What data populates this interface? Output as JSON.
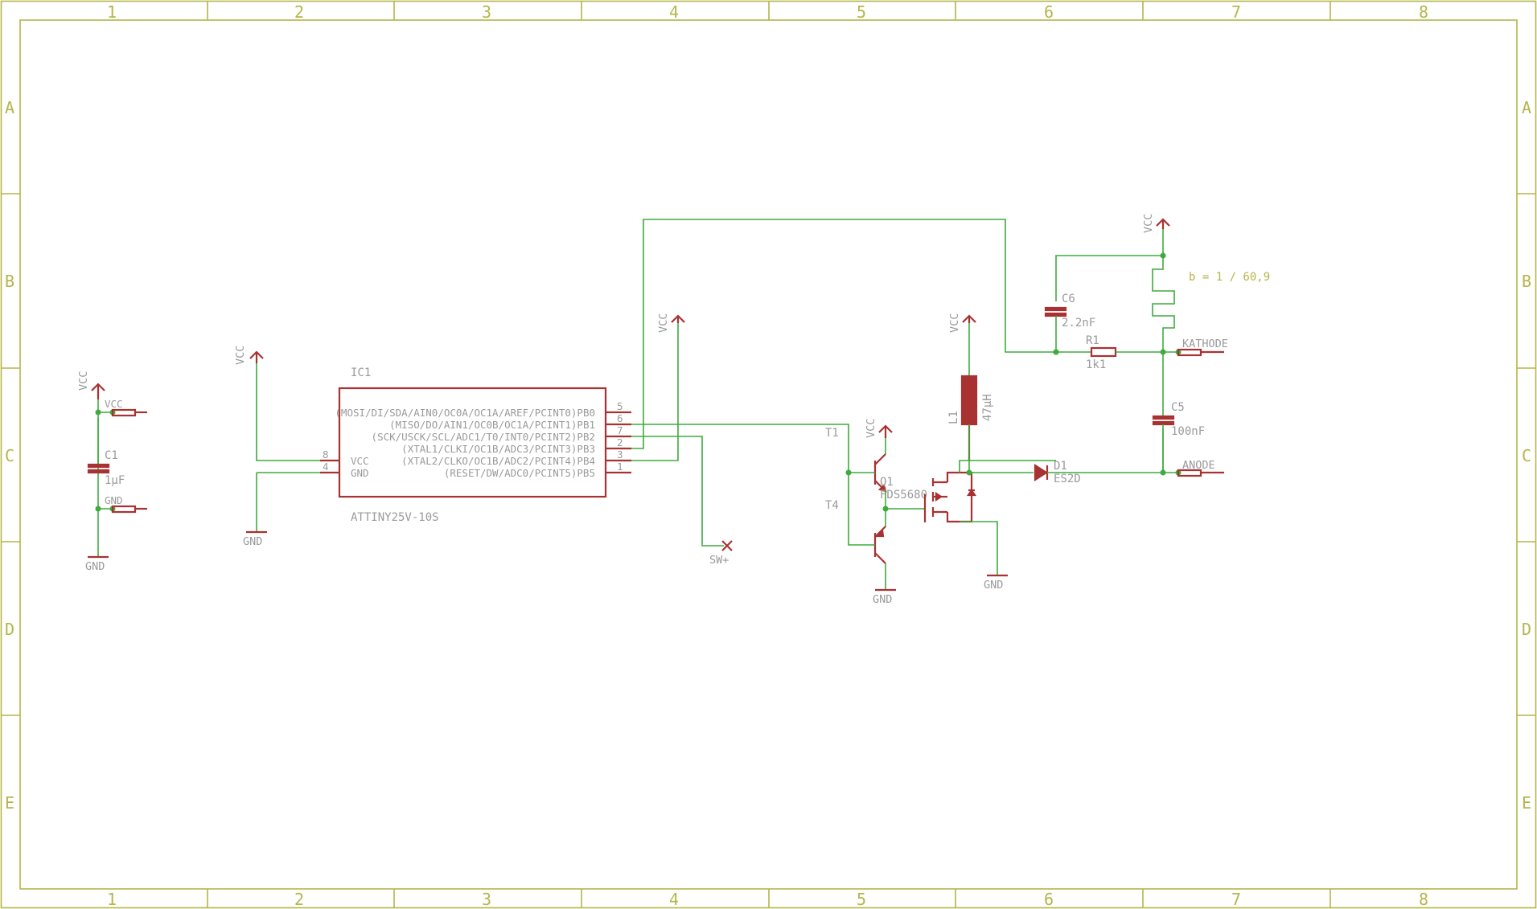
{
  "frame": {
    "columns": [
      "1",
      "2",
      "3",
      "4",
      "5",
      "6",
      "7",
      "8"
    ],
    "rows": [
      "A",
      "B",
      "C",
      "D",
      "E"
    ]
  },
  "ic1": {
    "name": "IC1",
    "value": "ATTINY25V-10S",
    "pins_left": [
      {
        "num": "8",
        "name": "VCC"
      },
      {
        "num": "4",
        "name": "GND"
      }
    ],
    "pins_right": [
      {
        "num": "5",
        "name": "(MOSI/DI/SDA/AIN0/OC0A/OC1A/AREF/PCINT0)PB0"
      },
      {
        "num": "6",
        "name": "(MISO/DO/AIN1/OC0B/OC1A/PCINT1)PB1"
      },
      {
        "num": "7",
        "name": "(SCK/USCK/SCL/ADC1/T0/INT0/PCINT2)PB2"
      },
      {
        "num": "2",
        "name": "(XTAL1/CLKI/OC1B/ADC3/PCINT3)PB3"
      },
      {
        "num": "3",
        "name": "(XTAL2/CLKO/OC1B/ADC2/PCINT4)PB4"
      },
      {
        "num": "1",
        "name": "(RESET/DW/ADC0/PCINT5)PB5"
      }
    ]
  },
  "power": {
    "vcc": "VCC",
    "gnd": "GND"
  },
  "connectors": {
    "vcc_pad": "VCC",
    "gnd_pad": "GND",
    "kathode": "KATHODE",
    "anode": "ANODE",
    "switch": "SW+"
  },
  "parts": {
    "c1": {
      "name": "C1",
      "value": "1µF"
    },
    "c5": {
      "name": "C5",
      "value": "100nF"
    },
    "c6": {
      "name": "C6",
      "value": "2.2nF"
    },
    "r1": {
      "name": "R1",
      "value": "1k1"
    },
    "l1": {
      "name": "L1",
      "value": "47µH"
    },
    "d1": {
      "name": "D1",
      "value": "ES2D"
    },
    "t1": {
      "name": "T1"
    },
    "t4": {
      "name": "T4"
    },
    "q1": {
      "name": "Q1",
      "value": "FDS5680"
    }
  },
  "annotation": "b = 1 / 60,9",
  "colors": {
    "frame": "#b5b54a",
    "wire": "#3dab3d",
    "symbol": "#a83232",
    "label": "#9a9a9a"
  }
}
